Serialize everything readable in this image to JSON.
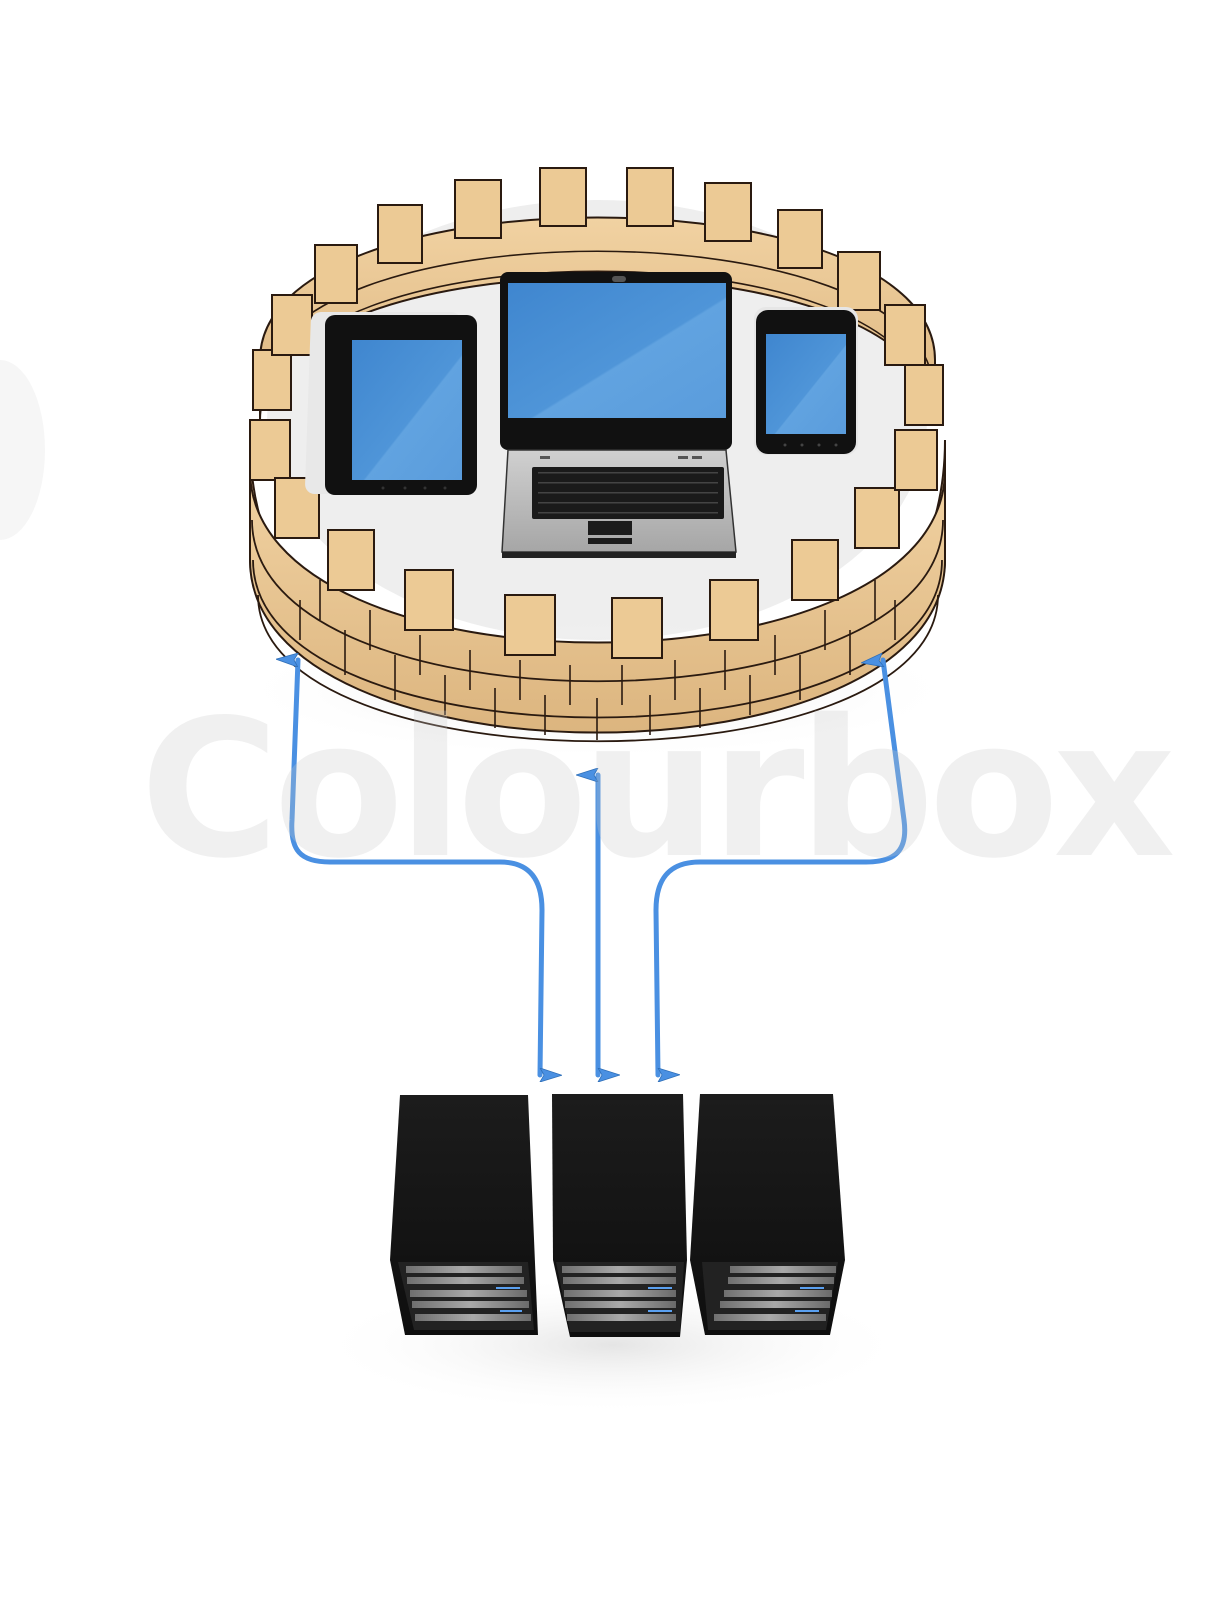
{
  "image": {
    "description": "3D render of a circular brick firewall enclosing a tablet, a laptop and a smartphone, connected by three bidirectional blue arrows to three black server racks",
    "background_color": "#ffffff"
  },
  "watermark": {
    "text": "Colourbox",
    "color": "#e6e6e6"
  },
  "firewall": {
    "label": "brick wall ring",
    "brick_color": "#e9c48f",
    "mortar_color": "#2a1a10"
  },
  "devices": [
    {
      "name": "tablet",
      "screen_color": "#4f93d6",
      "bezel_color": "#111111"
    },
    {
      "name": "laptop",
      "screen_color": "#4f93d6",
      "bezel_color": "#111111",
      "body_color": "#b9b9b9"
    },
    {
      "name": "smartphone",
      "screen_color": "#4f93d6",
      "bezel_color": "#111111"
    }
  ],
  "arrows": {
    "color": "#4a90e2",
    "count": 3,
    "direction": "bidirectional"
  },
  "servers": {
    "count": 3,
    "body_color": "#151515",
    "drive_color": "#8e8e8e",
    "led_color": "#5aa0f0"
  }
}
